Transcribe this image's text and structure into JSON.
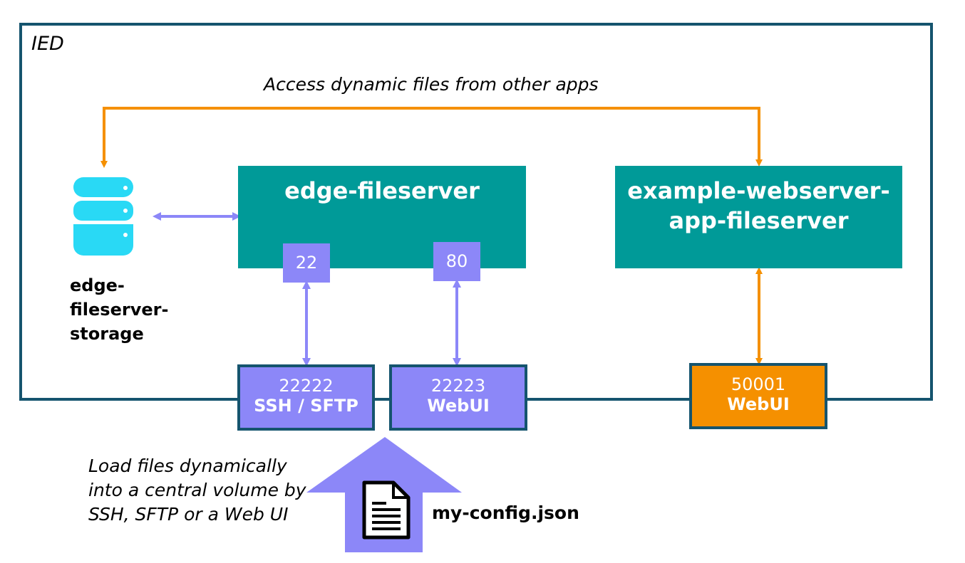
{
  "ied": {
    "label": "IED"
  },
  "access_label": "Access dynamic files from other apps",
  "storage": {
    "lines": [
      "edge-",
      "fileserver-",
      "storage"
    ]
  },
  "fileserver": {
    "title": "edge-fileserver",
    "port_ssh": "22",
    "port_web": "80"
  },
  "webserver": {
    "title_line1": "example-webserver-",
    "title_line2": "app-fileserver"
  },
  "external_ports": {
    "ssh": {
      "number": "22222",
      "name": "SSH / SFTP"
    },
    "web": {
      "number": "22223",
      "name": "WebUI"
    },
    "webserver": {
      "number": "50001",
      "name": "WebUI"
    }
  },
  "load": {
    "lines": [
      "Load files dynamically",
      "into a central volume by",
      "SSH, SFTP or a Web UI"
    ]
  },
  "config_file": "my-config.json",
  "colors": {
    "frame": "#15546e",
    "teal": "#009a98",
    "purple": "#8c87f8",
    "orange": "#f59000",
    "database": "#29d9f5"
  },
  "icons": [
    "database-icon",
    "document-icon",
    "upload-arrow-icon"
  ]
}
